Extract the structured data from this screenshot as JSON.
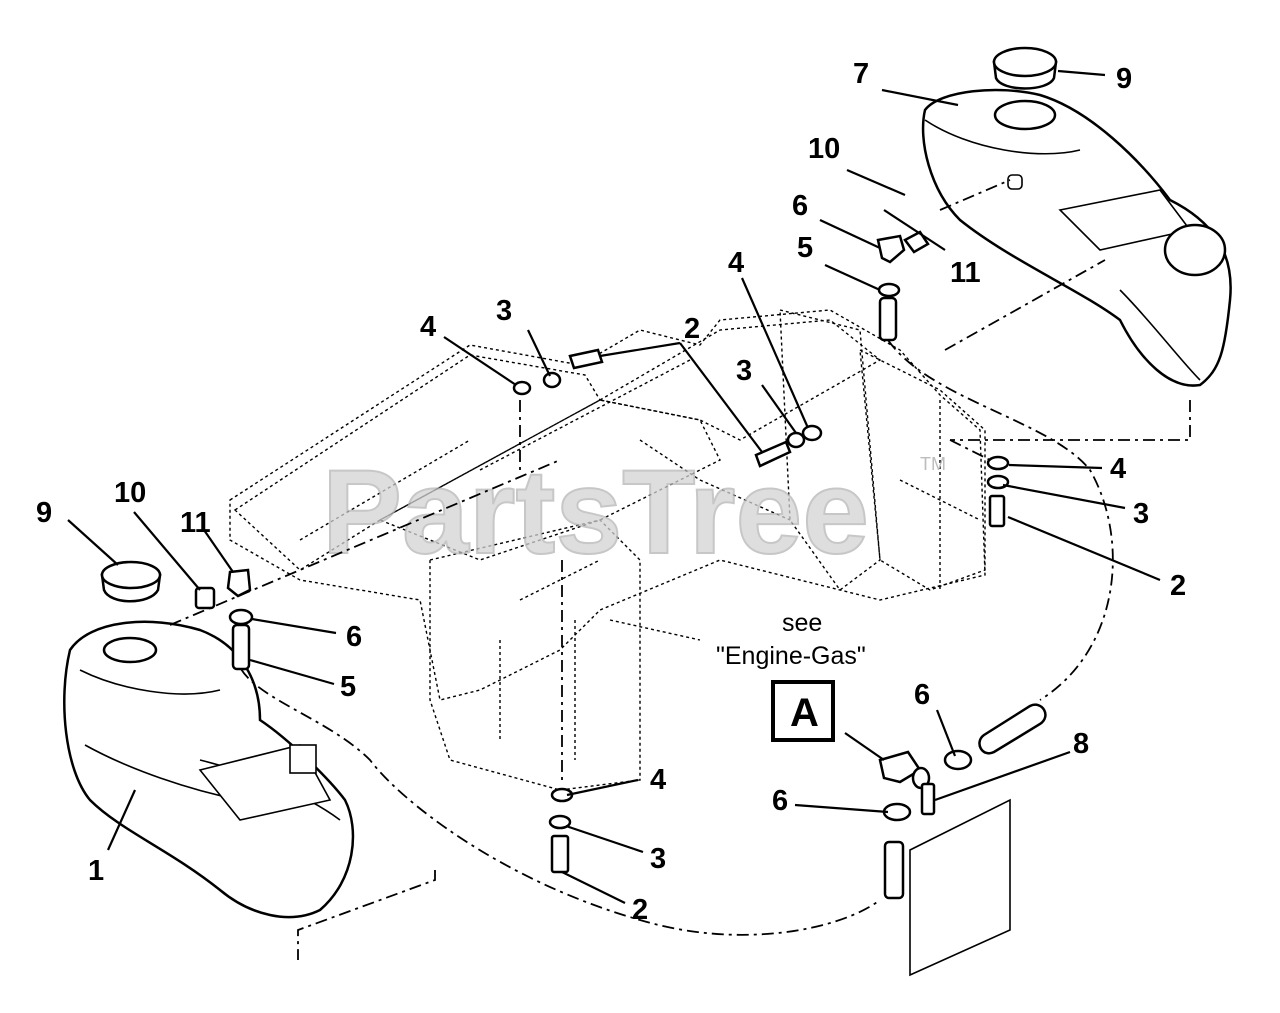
{
  "watermark": {
    "text": "PartsTree",
    "tm": "TM"
  },
  "note": {
    "line1": "see",
    "line2": "\"Engine-Gas\"",
    "ref": "A"
  },
  "callouts": {
    "c1": "1",
    "c2a": "2",
    "c2b": "2",
    "c2c": "2",
    "c3a": "3",
    "c3b": "3",
    "c3c": "3",
    "c3d": "3",
    "c4a": "4",
    "c4b": "4",
    "c4c": "4",
    "c4d": "4",
    "c5a": "5",
    "c5b": "5",
    "c6a": "6",
    "c6b": "6",
    "c6c": "6",
    "c6d": "6",
    "c7": "7",
    "c8": "8",
    "c9a": "9",
    "c9b": "9",
    "c10a": "10",
    "c10b": "10",
    "c11a": "11",
    "c11b": "11"
  }
}
